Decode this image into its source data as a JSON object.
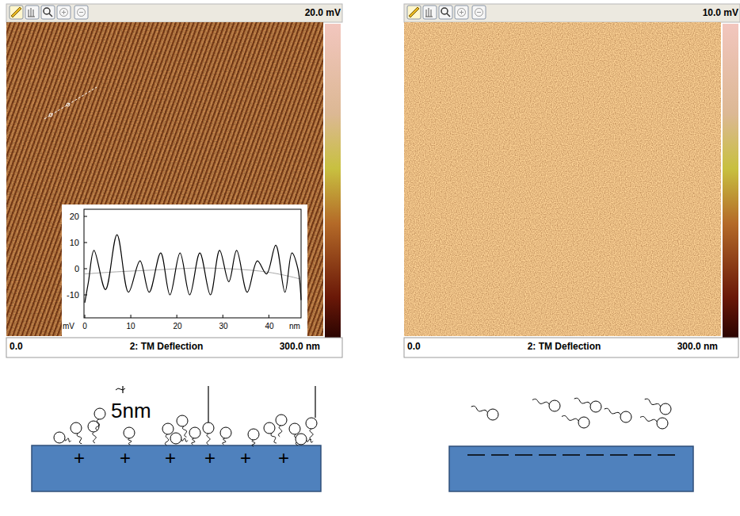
{
  "diagram": {
    "labels": [
      "20.0 mV",
      "0.0",
      "2: TM Deflection",
      "300.0 nm",
      "20",
      "10",
      "0",
      "-10",
      "mV",
      "0",
      "10",
      "20",
      "30",
      "40",
      "nm",
      "10.0 mV",
      "0.0",
      "2: TM Deflection",
      "300.0 nm",
      "5nm",
      "+",
      "+",
      "+",
      "+",
      "+",
      "+"
    ]
  }
}
